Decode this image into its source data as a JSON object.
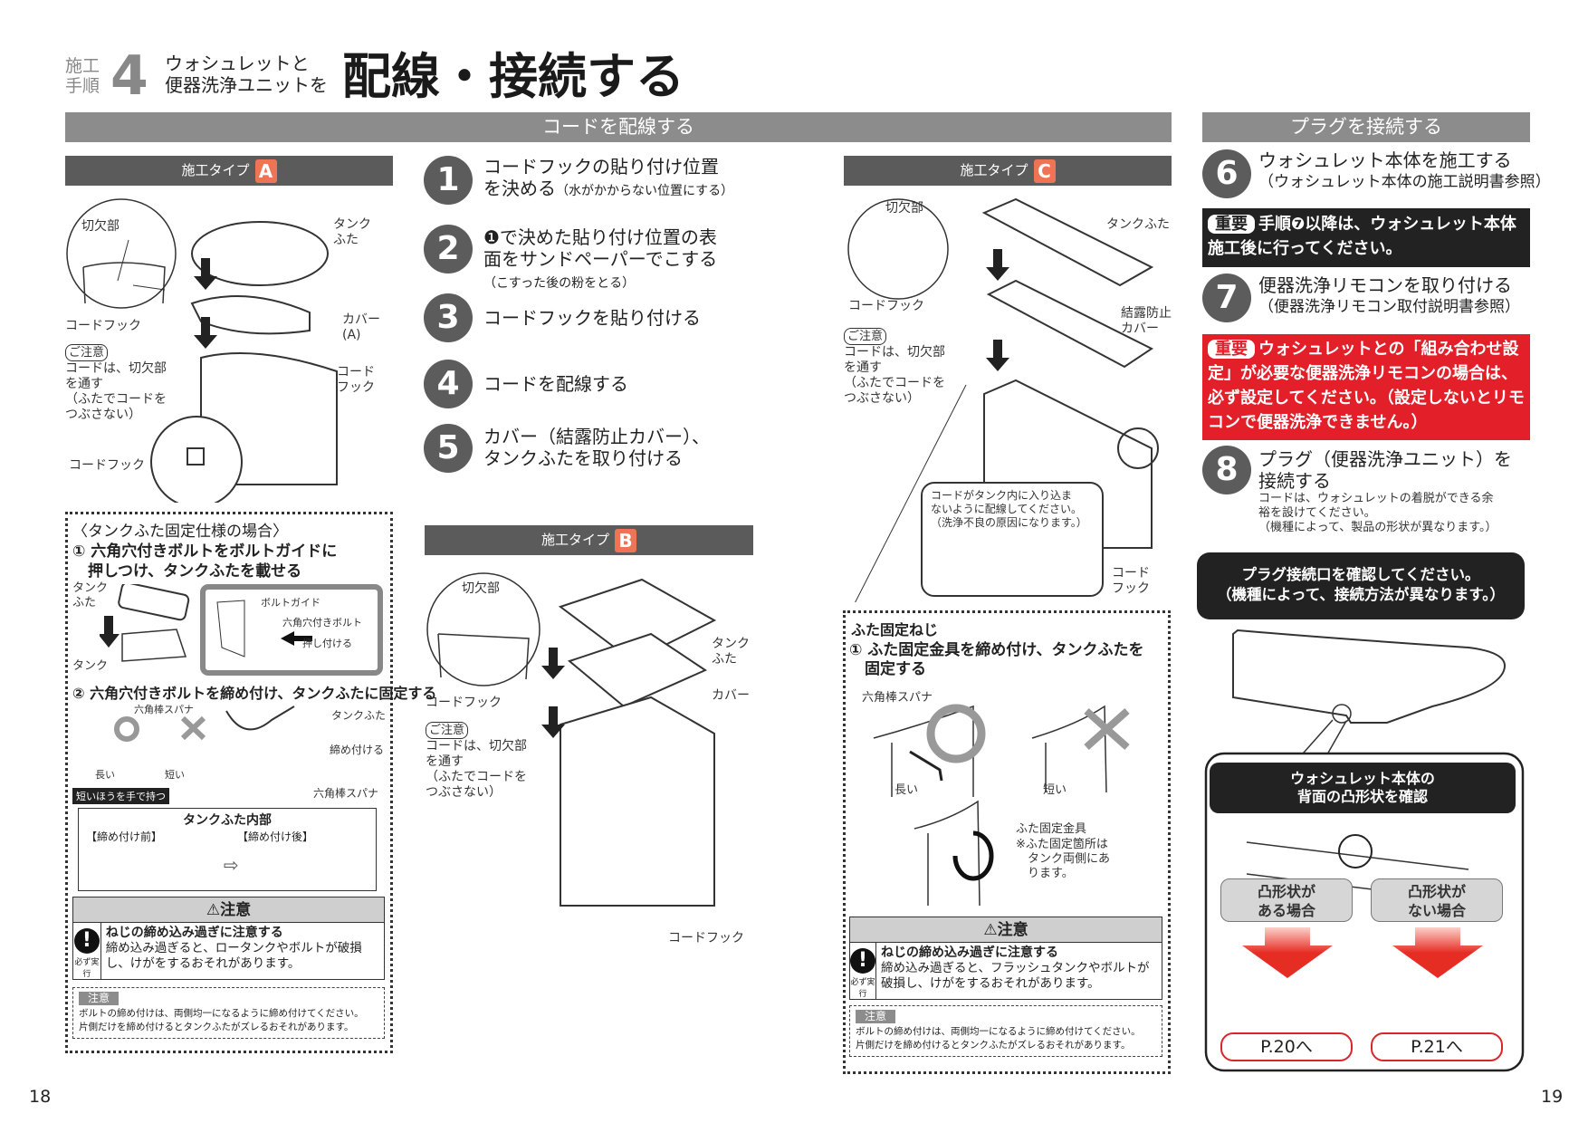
{
  "header": {
    "step_label_1": "施工",
    "step_label_2": "手順",
    "step_number": "4",
    "subtitle_1": "ウォシュレットと",
    "subtitle_2": "便器洗浄ユニットを",
    "title": "配線・接続する"
  },
  "sections": {
    "wiring": "コードを配線する",
    "plug": "プラグを接続する"
  },
  "type_a": {
    "label": "施工タイプ",
    "letter": "A",
    "cutout": "切欠部",
    "code_hook": "コードフック",
    "tank_lid": "タンク\nふた",
    "cover": "カバー\n(A)",
    "code_hook2": "コード\nフック",
    "code_hook3": "コードフック",
    "note_tag": "ご注意",
    "note": "コードは、切欠部\nを通す\n（ふたでコードを\nつぶさない）"
  },
  "fixed_lid": {
    "title": "〈タンクふた固定仕様の場合〉",
    "step1": "① 六角穴付きボルトをボルトガイドに\n　押しつけ、タンクふたを載せる",
    "tank_lid": "タンク\nふた",
    "tank": "タンク",
    "bolt_guide": "ボルトガイド",
    "hex_bolt": "六角穴付きボルト",
    "push": "押し付ける",
    "step2": "② 六角穴付きボルトを締め付け、タンクふたに固定する",
    "hex_wrench": "六角棒スパナ",
    "long": "長い",
    "short": "短い",
    "hold_short": "短いほうを手で持つ",
    "tank_lid2": "タンクふた",
    "tighten": "締め付ける",
    "hex_wrench2": "六角棒スパナ",
    "inside": "タンクふた内部",
    "before": "【締め付け前】",
    "after": "【締め付け後】"
  },
  "caution_a": {
    "head": "⚠注意",
    "must": "必ず実行",
    "title": "ねじの締め込み過ぎに注意する",
    "body": "締め込み過ぎると、ロータンクやボルトが破損し、けがをするおそれがあります。"
  },
  "subnote_a": {
    "tag": "注意",
    "body": "ボルトの締め付けは、両側均一になるように締め付けてください。\n片側だけを締め付けるとタンクふたがズレるおそれがあります。"
  },
  "steps": [
    {
      "num": "1",
      "text": "コードフックの貼り付け位置\nを決める",
      "small": "（水がかからない位置にする）"
    },
    {
      "num": "2",
      "text": "❶で決めた貼り付け位置の表\n面をサンドペーパーでこする",
      "small": "（こすった後の粉をとる）"
    },
    {
      "num": "3",
      "text": "コードフックを貼り付ける",
      "small": ""
    },
    {
      "num": "4",
      "text": "コードを配線する",
      "small": ""
    },
    {
      "num": "5",
      "text": "カバー（結露防止カバー）、\nタンクふたを取り付ける",
      "small": ""
    }
  ],
  "type_b": {
    "label": "施工タイプ",
    "letter": "B",
    "cutout": "切欠部",
    "code_hook": "コードフック",
    "tank_lid": "タンク\nふた",
    "cover": "カバー",
    "note_tag": "ご注意",
    "note": "コードは、切欠部\nを通す\n（ふたでコードを\nつぶさない）",
    "code_hook2": "コードフック"
  },
  "type_c": {
    "label": "施工タイプ",
    "letter": "C",
    "cutout": "切欠部",
    "code_hook": "コードフック",
    "tank_lid": "タンクふた",
    "cover": "結露防止\nカバー",
    "note_tag": "ご注意",
    "note": "コードは、切欠部\nを通す\n（ふたでコードを\nつぶさない）",
    "callout": "コードがタンク内に入り込ま\nないように配線してください。\n（洗浄不良の原因になります。）",
    "code_hook2": "コード\nフック"
  },
  "lid_screw": {
    "title": "ふた固定ねじ",
    "step1": "① ふた固定金具を締め付け、タンクふたを\n　固定する",
    "hex_wrench": "六角棒スパナ",
    "long": "長い",
    "short": "短い",
    "bracket": "ふた固定金具",
    "bracket_note": "※ふた固定箇所は\n　タンク両側にあ\n　ります。"
  },
  "caution_c": {
    "head": "⚠注意",
    "must": "必ず実行",
    "title": "ねじの締め込み過ぎに注意する",
    "body": "締め込み過ぎると、フラッシュタンクやボルトが破損し、けがをするおそれがあります。"
  },
  "subnote_c": {
    "tag": "注意",
    "body": "ボルトの締め付けは、両側均一になるように締め付けてください。\n片側だけを締め付けるとタンクふたがズレるおそれがあります。"
  },
  "right": {
    "step6": {
      "num": "6",
      "text": "ウォシュレット本体を施工する",
      "sub": "（ウォシュレット本体の施工説明書参照）"
    },
    "important1": {
      "tag": "重要",
      "text": "手順❼以降は、ウォシュレット本体施工後に行ってください。"
    },
    "step7": {
      "num": "7",
      "text": "便器洗浄リモコンを取り付ける",
      "sub": "（便器洗浄リモコン取付説明書参照）"
    },
    "important2": {
      "tag": "重要",
      "text": "ウォシュレットとの「組み合わせ設定」が必要な便器洗浄リモコンの場合は、必ず設定してください。（設定しないとリモコンで便器洗浄できません。）"
    },
    "step8": {
      "num": "8",
      "text": "プラグ（便器洗浄ユニット）を\n接続する",
      "sub": "コードは、ウォシュレットの着脱ができる余\n裕を設けてください。\n（機種によって、製品の形状が異なります。）"
    },
    "banner": "プラグ接続口を確認してください。\n（機種によって、接続方法が異なります。）",
    "check": "ウォシュレット本体の\n背面の凸形状を確認",
    "case_yes": "凸形状が\nある場合",
    "case_no": "凸形状が\nない場合",
    "page_yes": "P.20へ",
    "page_no": "P.21へ"
  },
  "colors": {
    "section_bar": "#8c8c8c",
    "type_bar": "#5b5b5b",
    "type_badge": "#ee7455",
    "important_red": "#e3202a",
    "arrow_red": "#e62d24"
  },
  "page_numbers": {
    "left": "18",
    "right": "19"
  }
}
